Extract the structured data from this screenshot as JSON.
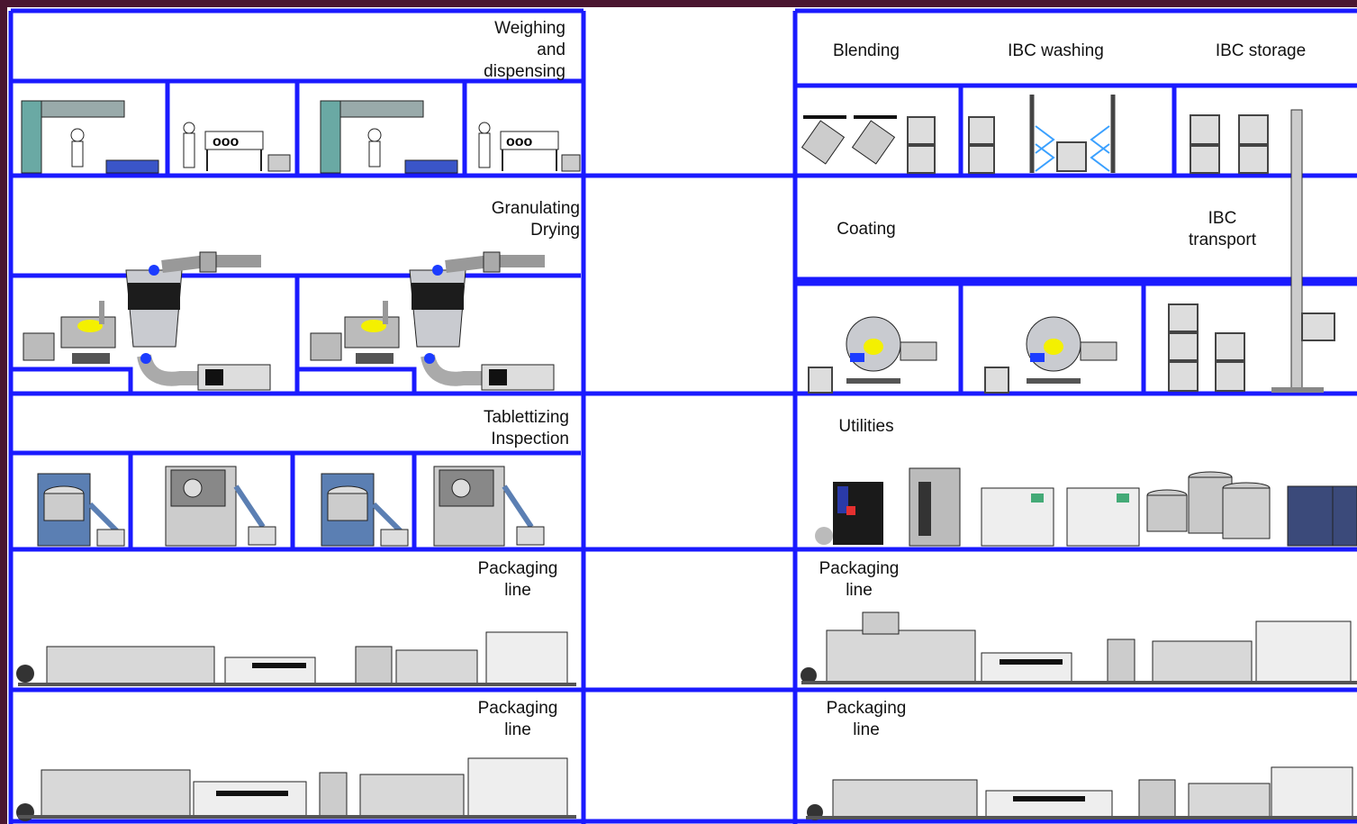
{
  "theme": {
    "frame_color": "#4a1630",
    "wall_color": "#1a1aff",
    "machine_gray": "#b8bcc4",
    "machine_dark": "#2b2b2b",
    "machine_teal": "#6aa9a4",
    "machine_blue": "#5b7fb3",
    "accent_yellow": "#f4f000",
    "accent_blue": "#1c3cff",
    "ibc_color": "#444444"
  },
  "areas": {
    "weighing": "Weighing\nand\ndispensing",
    "granulating": "Granulating\nDrying",
    "tablettizing": "Tablettizing\nInspection",
    "packaging_left_1": "Packaging\nline",
    "packaging_left_2": "Packaging\nline",
    "blending": "Blending",
    "ibc_washing": "IBC washing",
    "ibc_storage": "IBC storage",
    "coating": "Coating",
    "ibc_transport": "IBC\ntransport",
    "utilities": "Utilities",
    "packaging_right_1": "Packaging\nline",
    "packaging_right_2": "Packaging\nline"
  },
  "icons": {
    "weighing_booth": "weighing-booth-icon",
    "dispensing_station": "dispensing-station-icon",
    "ibc_container": "ibc-container-icon",
    "fluid_bed_dryer": "fluid-bed-dryer-icon",
    "granulator": "granulator-icon",
    "tablet_press": "tablet-press-icon",
    "inspection_machine": "inspection-machine-icon",
    "blender": "blender-icon",
    "coater": "coater-icon",
    "lift_column": "lift-column-icon",
    "utility_unit": "utility-unit-icon",
    "packaging_machine": "packaging-machine-icon"
  }
}
